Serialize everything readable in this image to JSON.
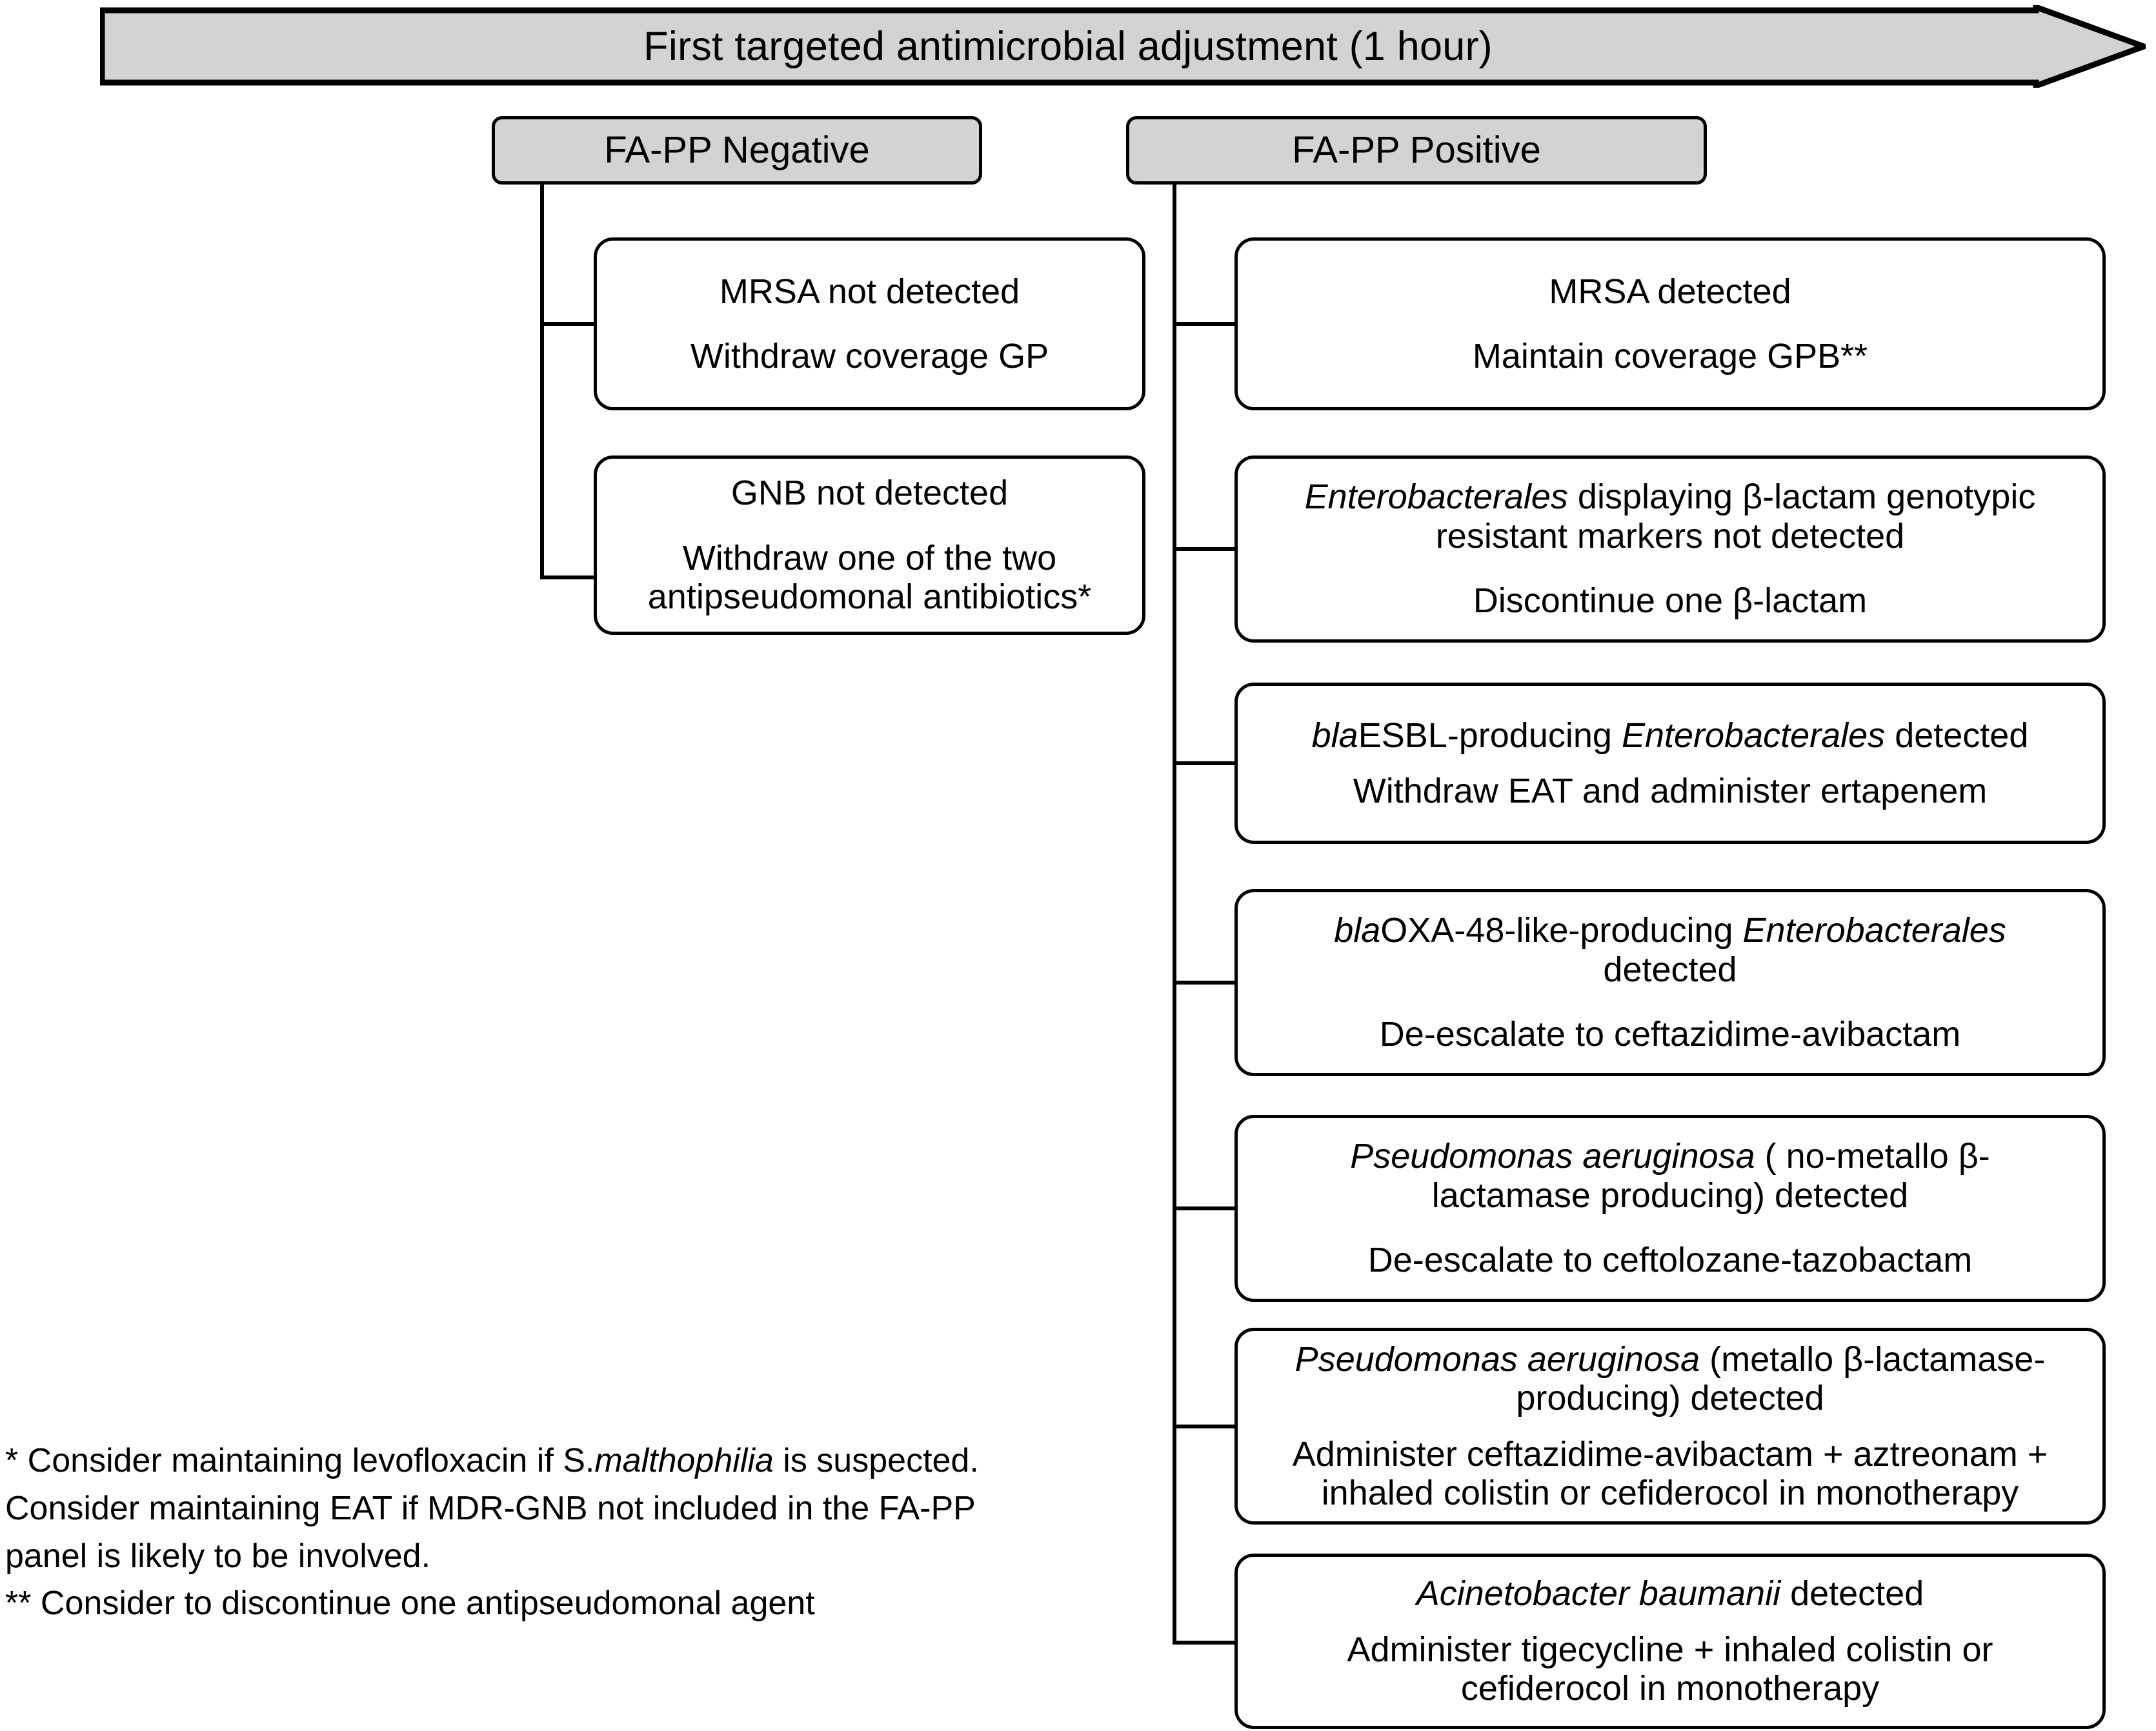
{
  "banner": {
    "label": "First targeted antimicrobial adjustment (1 hour)",
    "fill": "#d3d3d3",
    "stroke": "#000000"
  },
  "headers": {
    "negative": "FA-PP Negative",
    "positive": "FA-PP Positive"
  },
  "negative_branch": [
    {
      "line1": "MRSA not detected",
      "line2": "Withdraw coverage GP"
    },
    {
      "line1": "GNB not detected",
      "line2": "Withdraw one of the two",
      "line3": "antipseudomonal antibiotics*"
    }
  ],
  "positive_branch": [
    {
      "finding_pre": "",
      "finding_italic": "",
      "finding_post": "MRSA detected",
      "action": "Maintain coverage GPB**"
    },
    {
      "finding_pre": "",
      "finding_italic": "Enterobacterales",
      "finding_post": " displaying β-lactam genotypic",
      "finding_line2": "resistant markers not detected",
      "action": "Discontinue one β-lactam"
    },
    {
      "finding_pre": "",
      "finding_italic": "bla",
      "finding_post": "ESBL-producing ",
      "finding_italic2": "Enterobacterales",
      "finding_post2": " detected",
      "action": "Withdraw EAT and administer ertapenem"
    },
    {
      "finding_italic": "bla",
      "finding_post": "OXA-48-like-producing ",
      "finding_italic2": "Enterobacterales",
      "finding_line2": "detected",
      "action": "De-escalate to ceftazidime-avibactam"
    },
    {
      "finding_italic": "Pseudomonas aeruginosa",
      "finding_post": " ( no-metallo β-",
      "finding_line2": "lactamase producing) detected",
      "action": "De-escalate to ceftolozane-tazobactam"
    },
    {
      "finding_italic": "Pseudomonas aeruginosa",
      "finding_post": " (metallo β-lactamase-",
      "finding_line2": "producing) detected",
      "action": "Administer ceftazidime-avibactam + aztreonam +",
      "action_line2": "inhaled colistin or cefiderocol in monotherapy"
    },
    {
      "finding_italic": "Acinetobacter baumanii",
      "finding_post": " detected",
      "action": "Administer tigecycline + inhaled colistin or",
      "action_line2": "cefiderocol in monotherapy"
    }
  ],
  "footnotes": {
    "line1_pre": "* Consider maintaining levofloxacin if S.",
    "line1_italic": "malthophilia",
    "line1_post": " is suspected.",
    "line2": "Consider maintaining EAT if MDR-GNB not included in the FA-PP",
    "line3": "panel is likely to be involved.",
    "line4": "** Consider to discontinue one antipseudomonal agent"
  }
}
